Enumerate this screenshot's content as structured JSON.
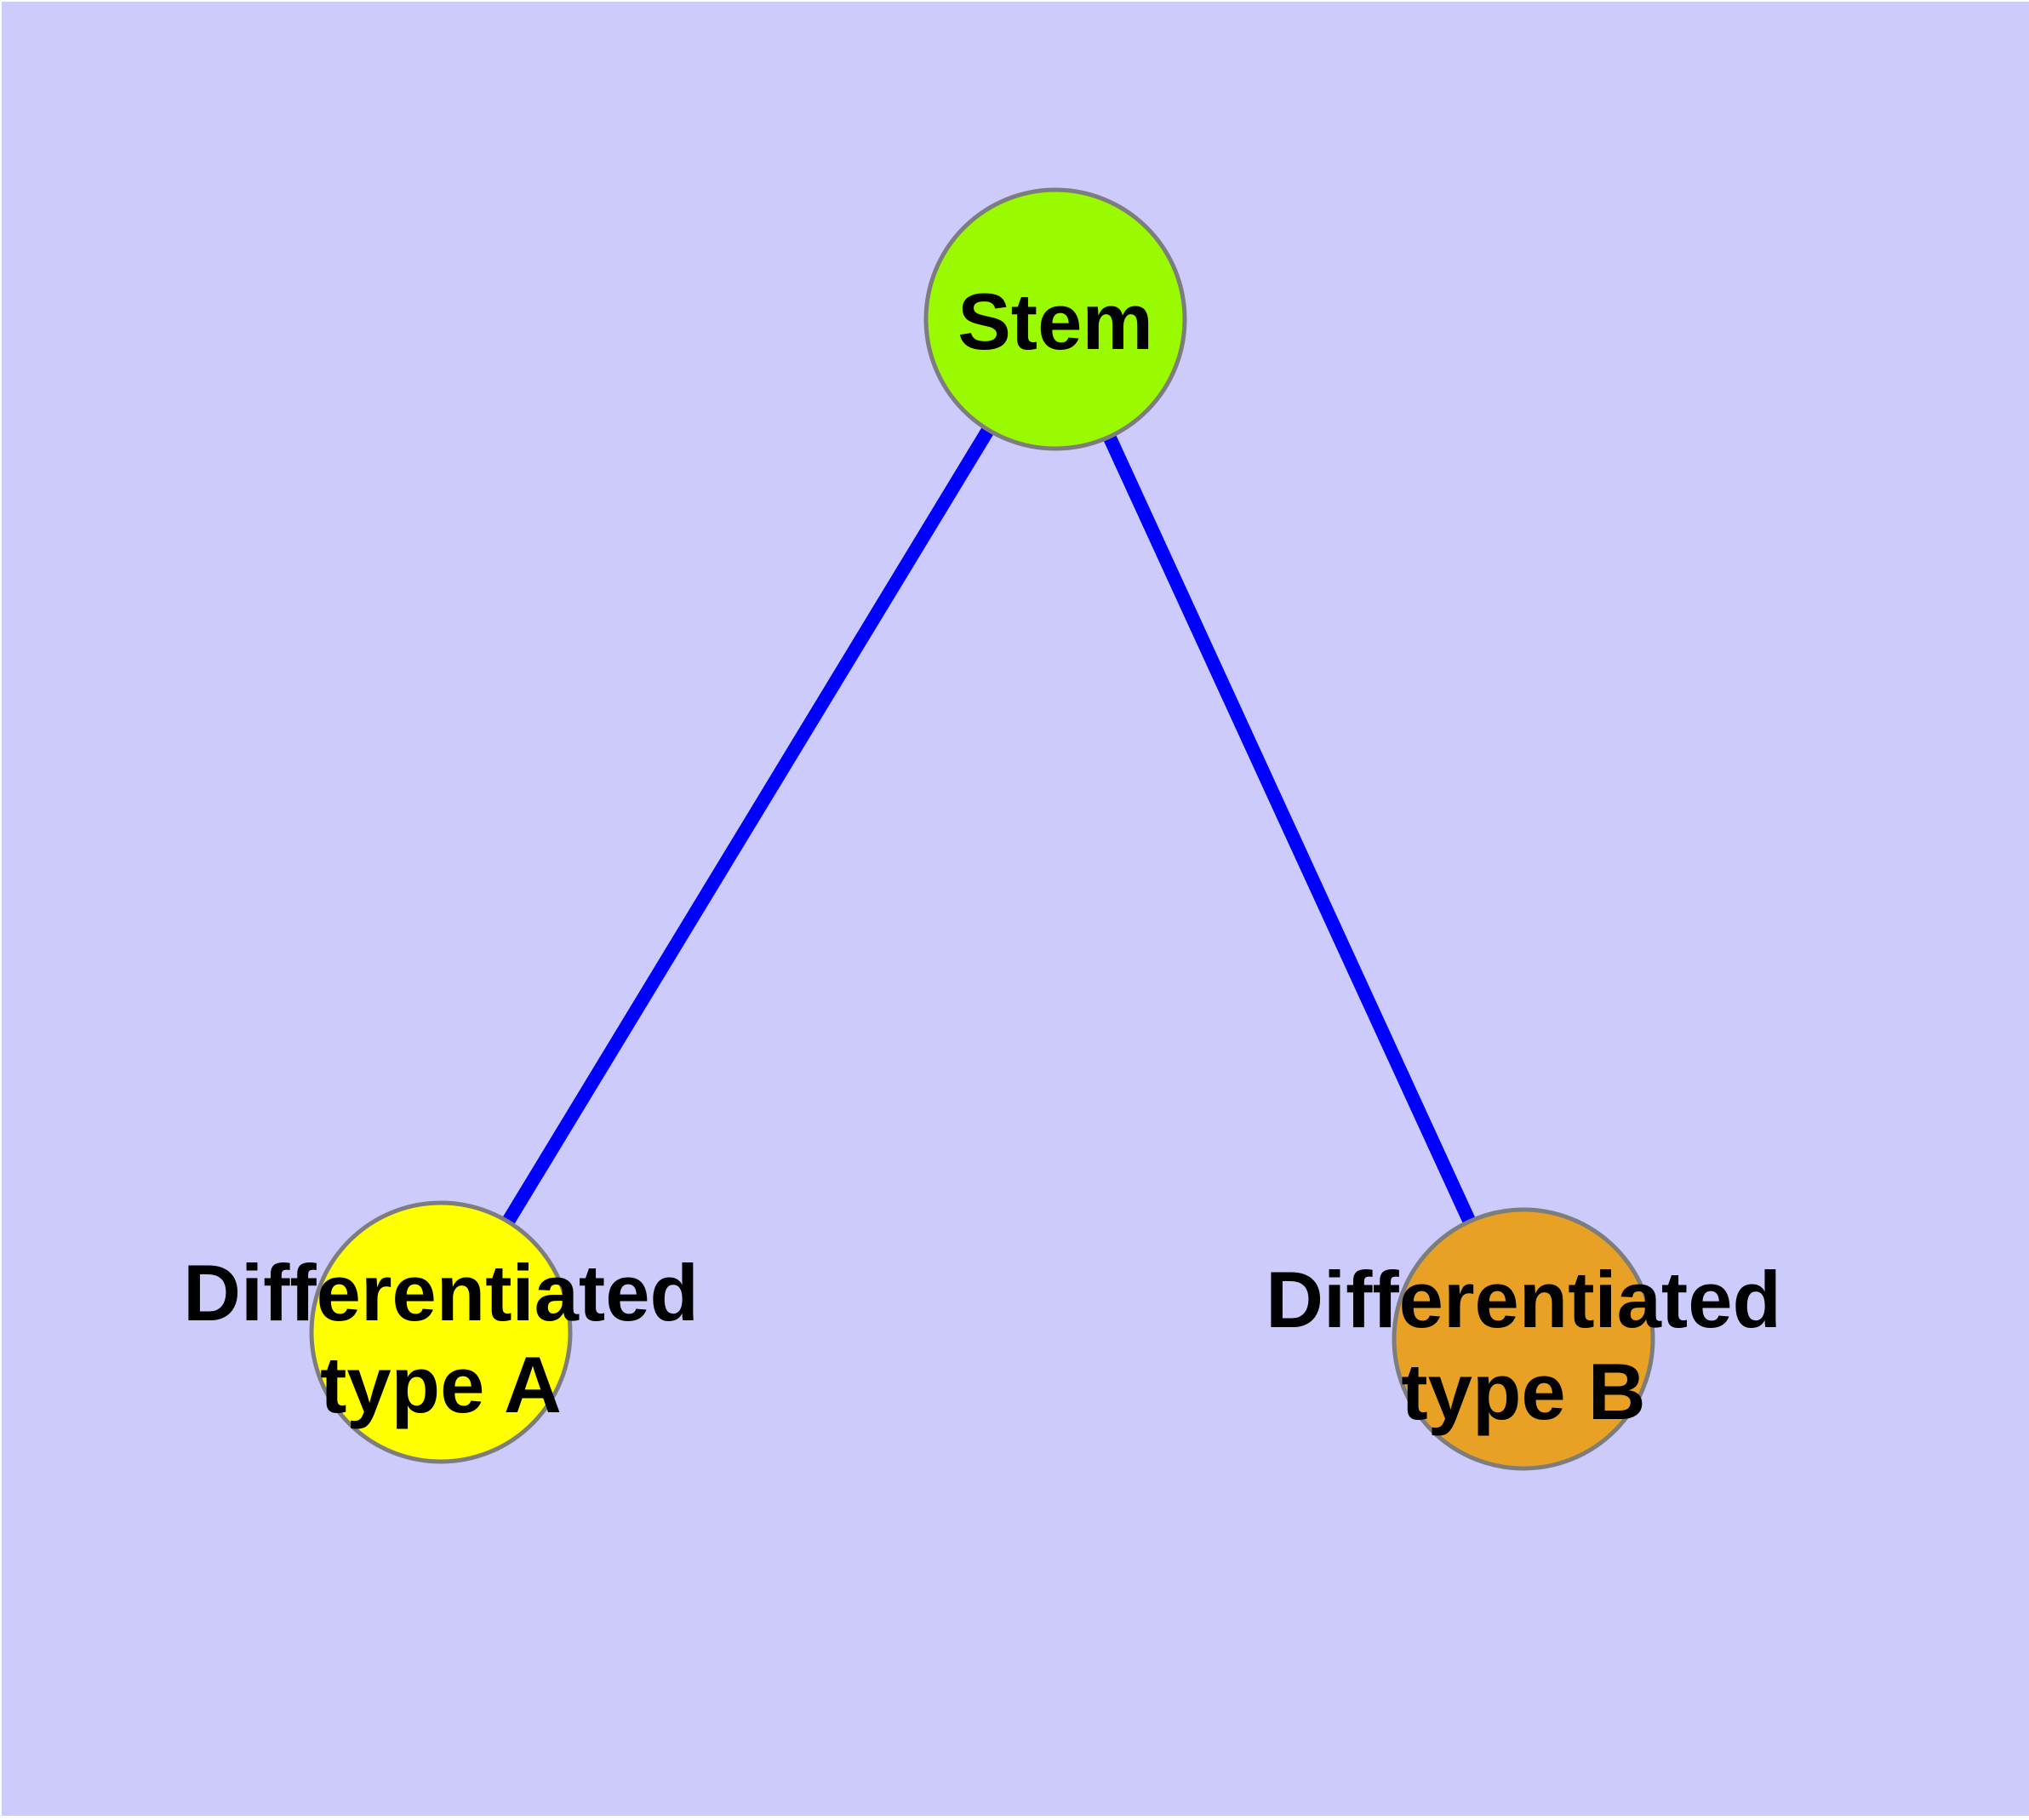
{
  "diagram": {
    "description": "Stem cell differentiation graph",
    "background_color": "#CCCBFB",
    "frame_color": "#FFFFFF",
    "node_border_color": "#7D7D7D",
    "edge_color": "#0000FF",
    "label_color": "#000000",
    "nodes": [
      {
        "id": "stem",
        "fill": "#9AFA00",
        "label_lines": [
          "Stem"
        ]
      },
      {
        "id": "type_a",
        "fill": "#FFFF00",
        "label_lines": [
          "Differentiated",
          "type A"
        ]
      },
      {
        "id": "type_b",
        "fill": "#E8A125",
        "label_lines": [
          "Differentiated",
          "type B"
        ]
      }
    ],
    "edges": [
      {
        "from": "stem",
        "to": "type_a"
      },
      {
        "from": "stem",
        "to": "type_b"
      }
    ]
  }
}
